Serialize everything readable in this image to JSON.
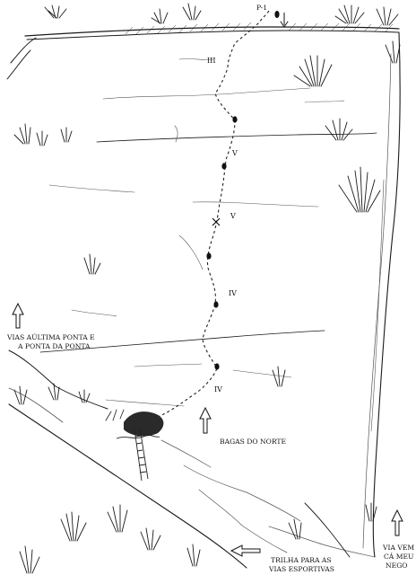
{
  "topo": {
    "start_label": "P-1",
    "pitch_grades": [
      "III",
      "V",
      "V",
      "IV",
      "IV"
    ],
    "notes": {
      "left_routes_line1": "VIAS AÚLTIMA PONTA E",
      "left_routes_line2": "A PONTA DA PONTA",
      "bagas_do_norte": "BAGAS DO NORTE",
      "trail_line1": "TRILHA PARA AS",
      "trail_line2": "VIAS ESPORTIVAS",
      "via_vem_line1": "VIA VEM",
      "via_vem_line2": "CÁ MEU",
      "via_vem_line3": "NEGO"
    }
  }
}
